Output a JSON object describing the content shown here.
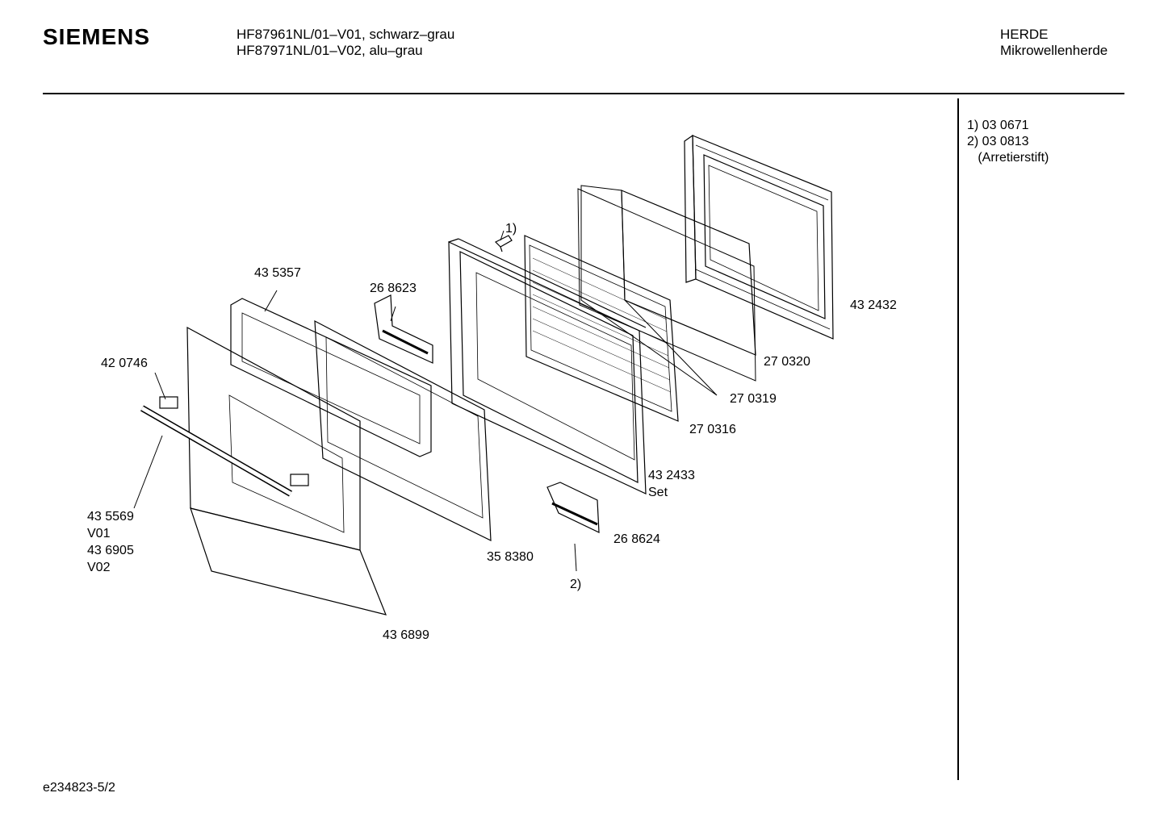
{
  "header": {
    "brand": "SIEMENS",
    "model_line_1": "HF87961NL/01–V01, schwarz–grau",
    "model_line_2": "HF87971NL/01–V02, alu–grau",
    "category": "HERDE",
    "subcategory": "Mikrowellenherde"
  },
  "notes": {
    "line_1": "1) 03 0671",
    "line_2": "2) 03 0813",
    "line_3": "   (Arretierstift)"
  },
  "parts": {
    "p432432": "43 2432",
    "p270320": "27 0320",
    "p270319": "27 0319",
    "p270316": "27 0316",
    "p432433": "43 2433",
    "p432433_set": "Set",
    "p268624": "26 8624",
    "p358380": "35 8380",
    "p436899": "43 6899",
    "p435569": "43 5569",
    "v01": "V01",
    "p436905": "43 6905",
    "v02": "V02",
    "p420746": "42 0746",
    "p435357": "43 5357",
    "p268623": "26 8623",
    "ref1": "1)",
    "ref2": "2)"
  },
  "footer": {
    "doc_id": "e234823-5/2"
  }
}
